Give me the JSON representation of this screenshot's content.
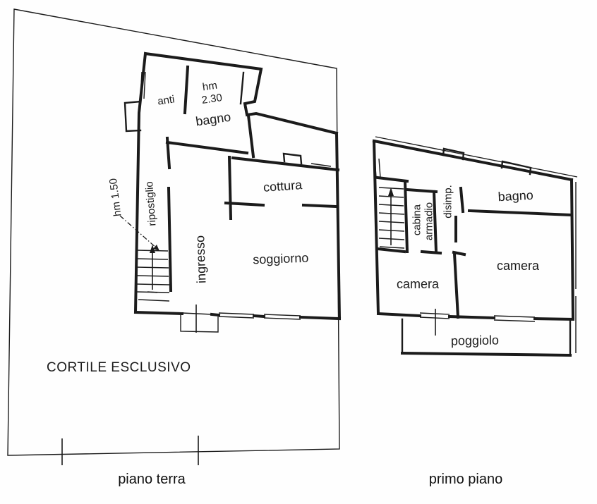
{
  "colors": {
    "ink": "#1b1b1b",
    "paper": "#ffffff"
  },
  "ground_floor": {
    "caption": "piano terra",
    "courtyard": "CORTILE ESCLUSIVO",
    "anti": "anti",
    "hm_upper_line1": "hm",
    "hm_upper_line2": "2.30",
    "bagno": "bagno",
    "cottura": "cottura",
    "ripostiglio": "ripostiglio",
    "hm_stairs": "hm 1.50",
    "ingresso": "ingresso",
    "soggiorno": "soggiorno"
  },
  "first_floor": {
    "caption": "primo piano",
    "cabina_line1": "cabina",
    "cabina_line2": "armadio",
    "disimpegno": "disimp.",
    "bagno": "bagno",
    "camera_left": "camera",
    "camera_right": "camera",
    "poggiolo": "poggiolo"
  }
}
